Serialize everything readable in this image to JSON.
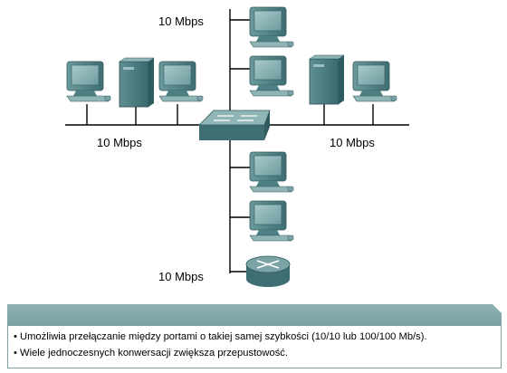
{
  "diagram": {
    "speed_labels": {
      "top": "10 Mbps",
      "left": "10 Mbps",
      "right": "10 Mbps",
      "bottom": "10 Mbps"
    },
    "colors": {
      "line": "#000000",
      "device_teal": "#5e8e92",
      "device_dark": "#3f6e72",
      "device_light": "#9cc0c2"
    },
    "devices": {
      "central": "switch-icon",
      "bottom_end": "router-icon",
      "others": [
        "workstation-icon",
        "server-icon"
      ]
    }
  },
  "info": {
    "bullets": [
      "• Umożliwia przełączanie między portami o takiej samej szybkości (10/10 lub 100/100 Mb/s).",
      "• Wiele jednoczesnych konwersacji zwiększa przepustowość."
    ]
  }
}
